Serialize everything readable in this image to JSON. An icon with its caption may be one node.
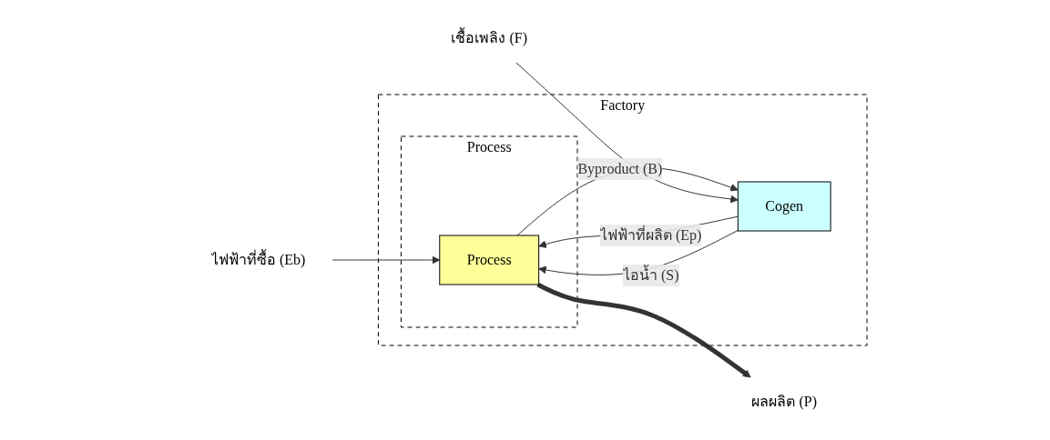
{
  "diagram": {
    "nodes": [
      {
        "text": [
          "Factory"
        ]
      },
      {
        "text": [
          "ไฟฟ้าที่ซื้อ (Eb)"
        ]
      },
      {
        "text": [
          "Process"
        ],
        "in": 0
      },
      {
        "text": [
          "Process"
        ],
        "in": 2
      },
      {
        "text": [
          "ผลผลิต (P)"
        ]
      },
      {
        "text": [
          "เชื้อเพลิง (F)"
        ]
      },
      {
        "text": [
          "Cogen"
        ],
        "in": 0
      }
    ],
    "edges": [
      {
        "from": 1,
        "to": 3,
        "arrow": "to"
      },
      {
        "from": 6,
        "to": 3,
        "arrow": "to",
        "label": "ไฟฟ้าที่ผลิต (Ep)"
      },
      {
        "from": 6,
        "to": 3,
        "arrow": "to",
        "label": "ไอน้ำ (S)"
      },
      {
        "from": 3,
        "to": 6,
        "arrow": "to",
        "label": "Byproduct (B)"
      },
      {
        "from": 5,
        "to": 6,
        "arrow": "to"
      },
      {
        "from": 3,
        "to": 4,
        "arrow": "to",
        "style": "thick"
      }
    ]
  }
}
